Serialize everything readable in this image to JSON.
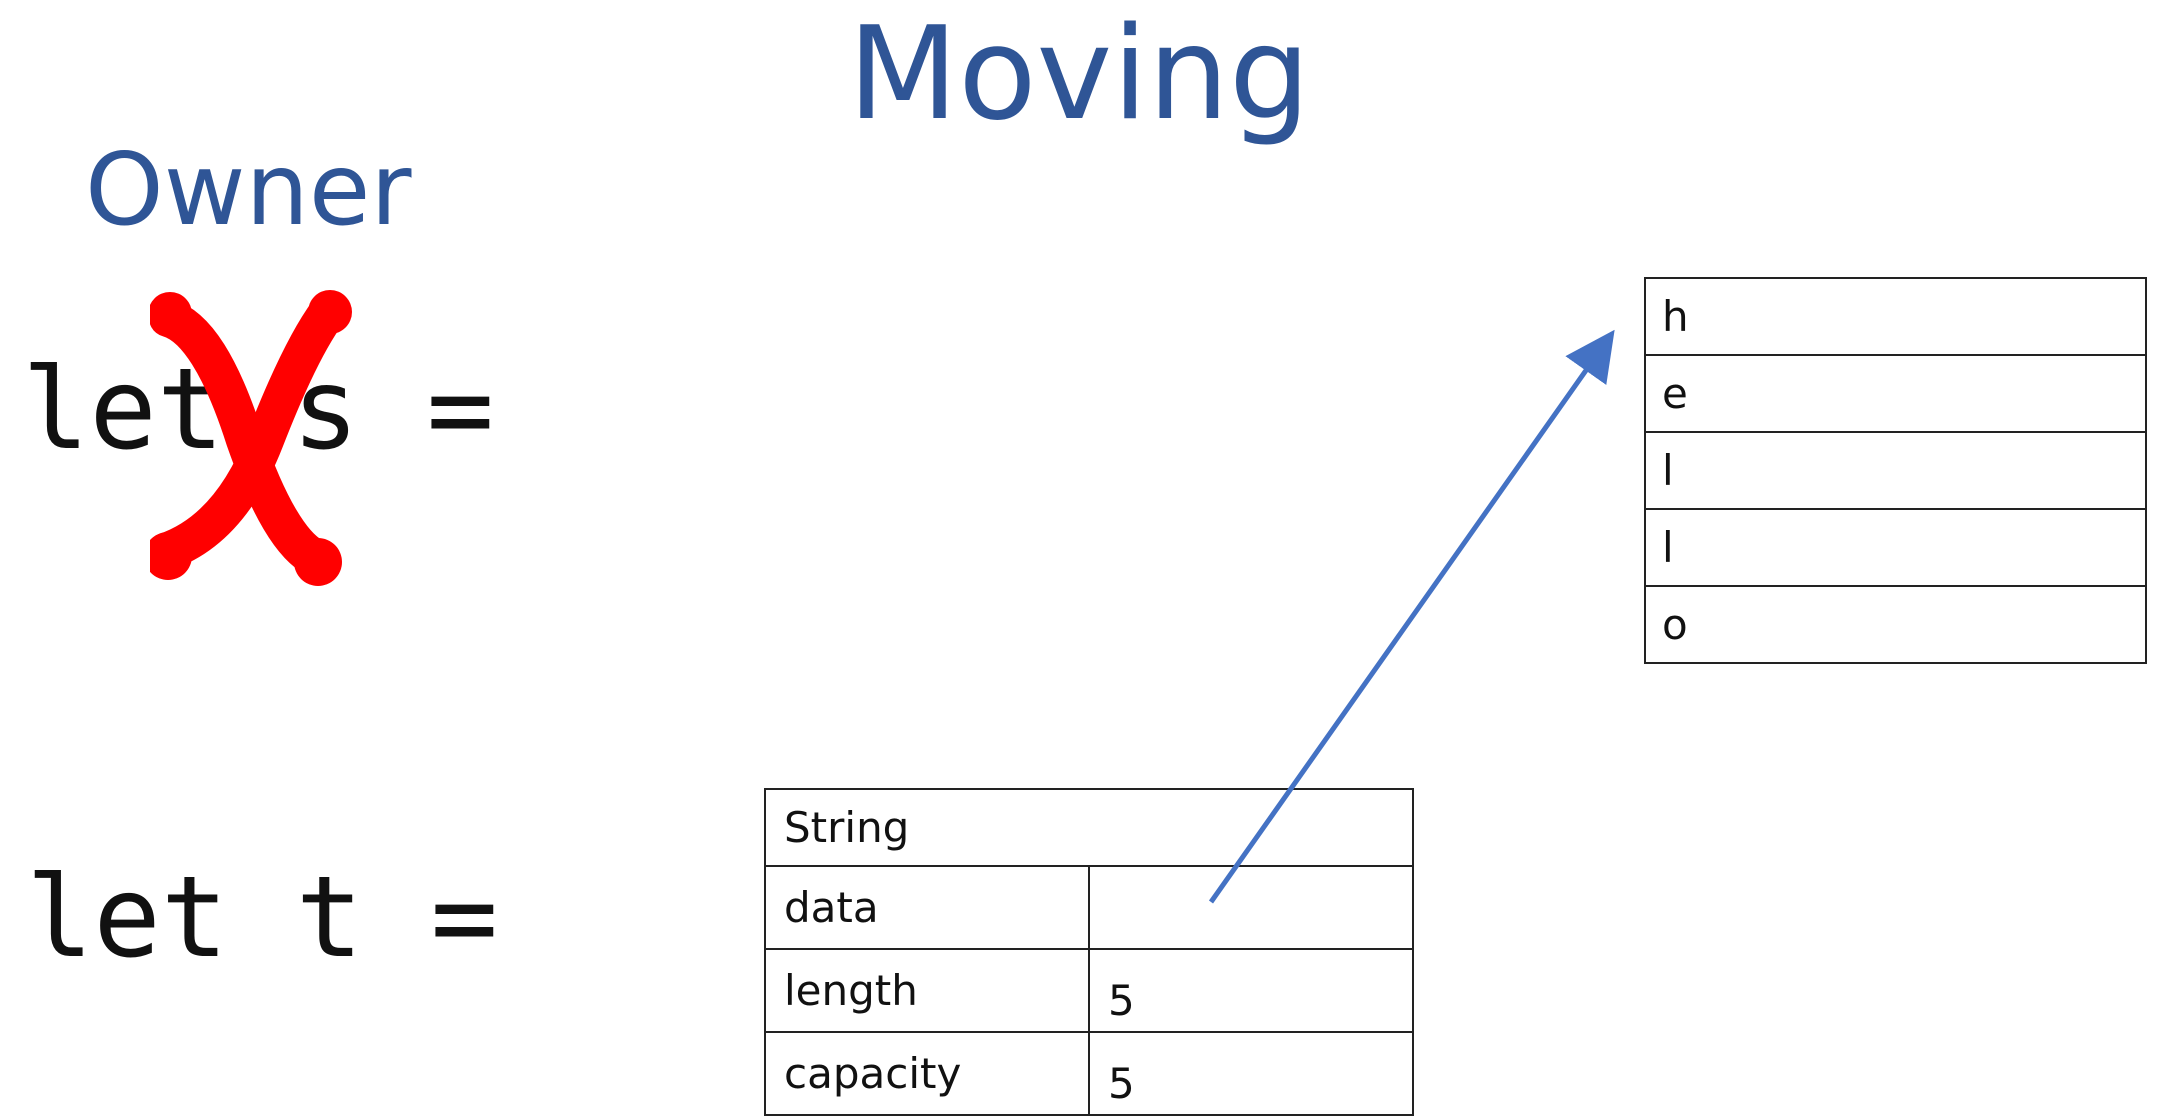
{
  "title": "Moving",
  "owner_label": "Owner",
  "code": {
    "line_s": "let s =",
    "line_t": "let t ="
  },
  "heap": {
    "chars": [
      "h",
      "e",
      "l",
      "l",
      "o"
    ]
  },
  "string_struct": {
    "header": "String",
    "rows": [
      {
        "field": "data",
        "value": ""
      },
      {
        "field": "length",
        "value": "5"
      },
      {
        "field": "capacity",
        "value": "5"
      }
    ]
  },
  "colors": {
    "title": "#2f5596",
    "cross": "#ff0000",
    "arrow": "#4472c4"
  }
}
